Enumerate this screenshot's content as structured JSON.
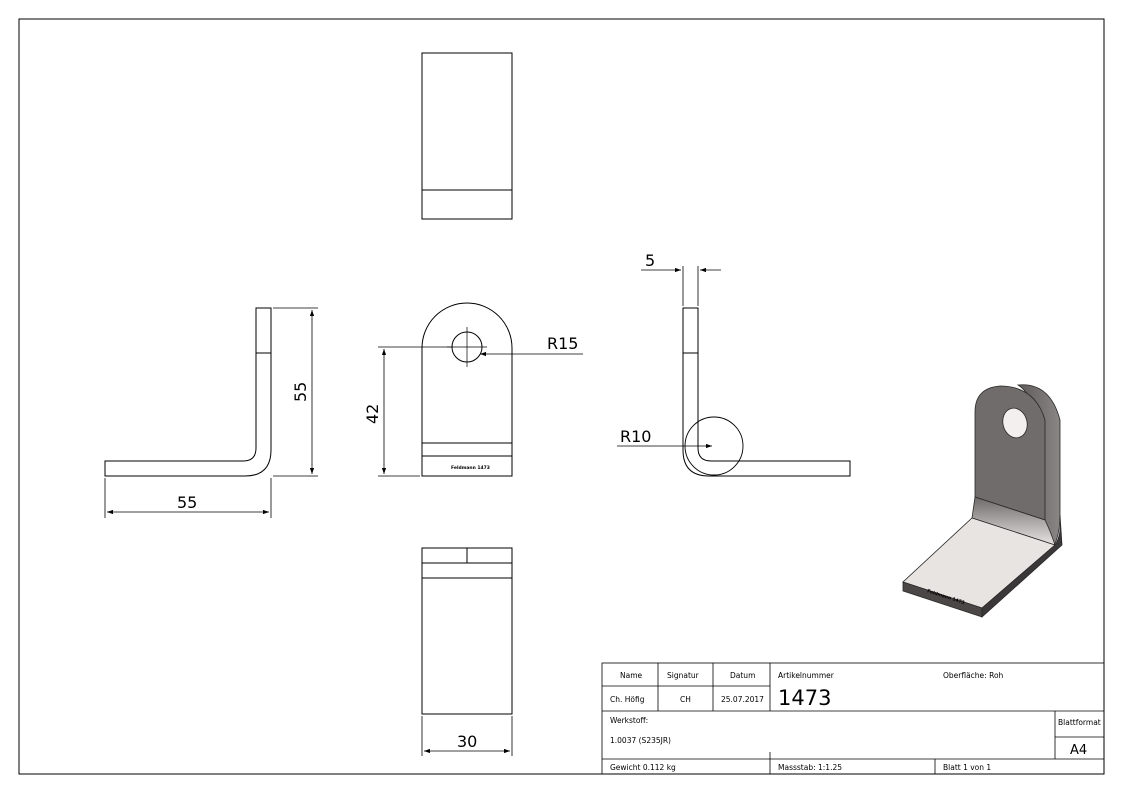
{
  "dimensions": {
    "left_width": "55",
    "left_height": "55",
    "hole_height": "42",
    "radius_top": "R15",
    "bottom_width": "30",
    "thickness": "5",
    "bend_radius": "R10"
  },
  "engraving": "Feldmann 1473",
  "titleblock": {
    "name_label": "Name",
    "signatur_label": "Signatur",
    "datum_label": "Datum",
    "artikel_label": "Artikelnummer",
    "oberflaeche": "Oberfläche:  Roh",
    "name_value": "Ch. Höfig",
    "signatur_value": "CH",
    "datum_value": "25.07.2017",
    "artikel_value": "1473",
    "werkstoff_label": "Werkstoff:",
    "werkstoff_value": "1.0037 (S235JR)",
    "blattformat_label": "Blattformat",
    "blattformat_value": "A4",
    "gewicht": "Gewicht 0.112 kg",
    "massstab": "Massstab: 1:1.25",
    "blatt": "Blatt 1 von 1"
  },
  "colors": {
    "line": "#000000",
    "part_face": "#e8e4e2",
    "part_side": "#6d6968",
    "part_dark": "#3a3838"
  }
}
